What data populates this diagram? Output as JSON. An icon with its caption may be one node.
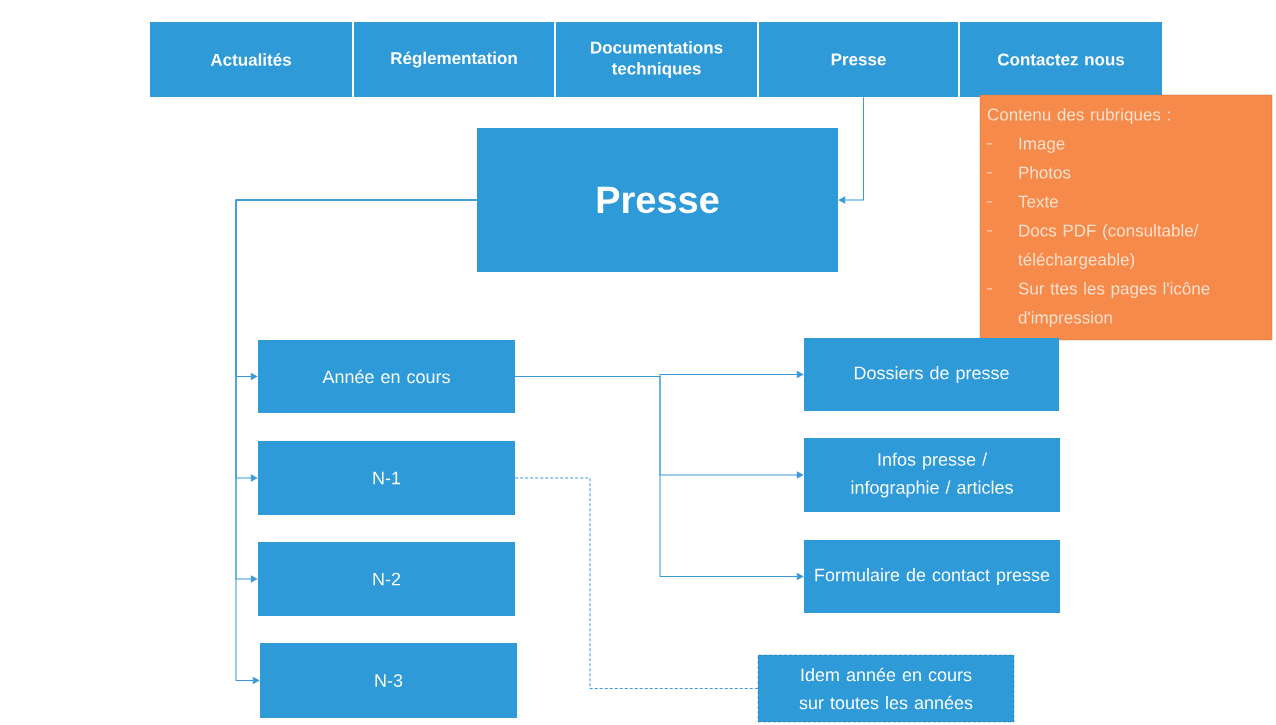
{
  "diagram": {
    "nodes": [
      {
        "text": [
          "Actualités"
        ]
      },
      {
        "text": [
          "Réglementation"
        ]
      },
      {
        "text": [
          "Documentations techniques"
        ]
      },
      {
        "text": [
          "Presse"
        ]
      },
      {
        "text": [
          "Contactez nous"
        ]
      },
      {
        "text": [
          "Presse"
        ]
      },
      {
        "text": [
          "Contenu des rubriques :",
          "Image",
          "Photos",
          "Texte",
          "Docs PDF (consultable/ téléchargeable)",
          "Sur ttes les pages l'icône d'impression"
        ]
      },
      {
        "text": [
          "Année en cours"
        ]
      },
      {
        "text": [
          "N-1"
        ]
      },
      {
        "text": [
          "N-2"
        ]
      },
      {
        "text": [
          "N-3"
        ]
      },
      {
        "text": [
          "Dossiers de presse"
        ]
      },
      {
        "text": [
          "Infos presse / infographie / articles"
        ]
      },
      {
        "text": [
          "Formulaire de contact presse"
        ]
      },
      {
        "text": [
          "Idem année en cours sur toutes les années"
        ]
      }
    ],
    "edges": [
      {
        "from": 3,
        "to": 5,
        "arrow": "to"
      },
      {
        "from": 5,
        "to": 7,
        "arrow": "to"
      },
      {
        "from": 5,
        "to": 8,
        "arrow": "to"
      },
      {
        "from": 5,
        "to": 9,
        "arrow": "to"
      },
      {
        "from": 5,
        "to": 10,
        "arrow": "to"
      },
      {
        "from": 7,
        "to": 11,
        "arrow": "to"
      },
      {
        "from": 7,
        "to": 12,
        "arrow": "to"
      },
      {
        "from": 7,
        "to": 13,
        "arrow": "to"
      },
      {
        "from": 8,
        "to": 14,
        "arrow": "none",
        "style": "dashed"
      }
    ]
  }
}
